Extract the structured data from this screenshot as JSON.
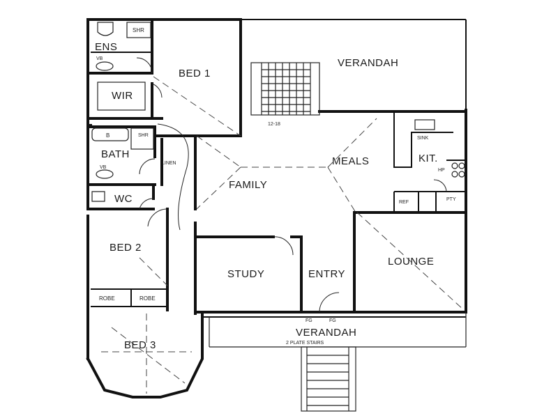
{
  "rooms": {
    "ens": "ENS",
    "ens_shr": "SHR",
    "ens_vb": "VB",
    "bed1": "BED 1",
    "verandah_top": "VERANDAH",
    "wir": "WIR",
    "stair_note": "12-18",
    "bath": "BATH",
    "bath_b": "B",
    "bath_shr": "SHR",
    "bath_vb": "VB",
    "linen": "LINEN",
    "wc": "WC",
    "family": "FAMILY",
    "meals": "MEALS",
    "kit": "KIT.",
    "kit_sink": "SINK",
    "kit_hp": "HP",
    "kit_ref": "REF",
    "kit_pty": "PTY",
    "bed2": "BED 2",
    "study": "STUDY",
    "entry": "ENTRY",
    "lounge": "LOUNGE",
    "robe1": "ROBE",
    "robe2": "ROBE",
    "fg1": "FG",
    "fg2": "FG",
    "verandah_front": "VERANDAH",
    "verandah_note": "2 PLATE STAIRS",
    "bed3": "BED 3"
  }
}
